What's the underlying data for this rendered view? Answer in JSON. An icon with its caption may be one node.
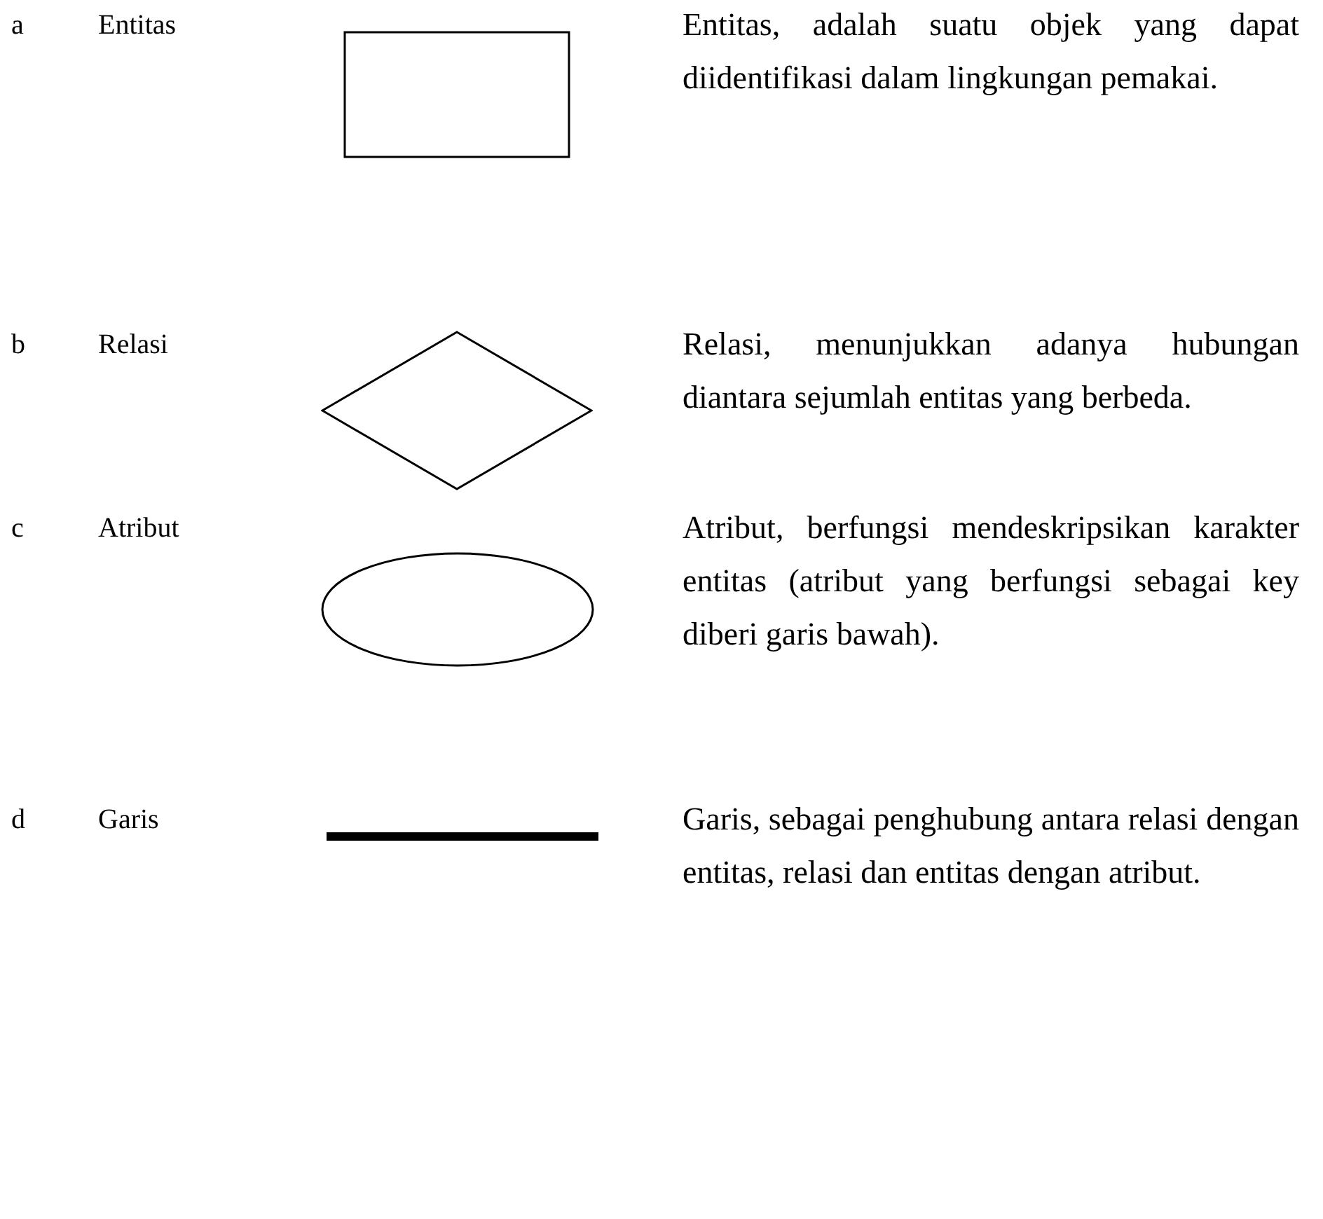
{
  "diagram": {
    "nodes": [
      {
        "text": [],
        "shape": "box"
      },
      {
        "text": [],
        "shape": "diamond"
      },
      {
        "text": [],
        "shape": "ellipse"
      },
      {
        "text": [],
        "shape": "line"
      }
    ],
    "labels": [
      "a",
      "Entitas",
      "Entitas, adalah suatu objek yang dapat diidentifikasi dalam lingkungan pemakai.",
      "b",
      "Relasi",
      "Relasi, menunjukkan adanya hubungan diantara sejumlah entitas yang berbeda.",
      "c",
      "Atribut",
      "Atribut, berfungsi mendeskripsikan karakter entitas (atribut yang berfungsi sebagai key diberi garis bawah).",
      "d",
      "Garis",
      "Garis, sebagai penghubung antara relasi dengan entitas, relasi dan entitas dengan atribut."
    ]
  }
}
